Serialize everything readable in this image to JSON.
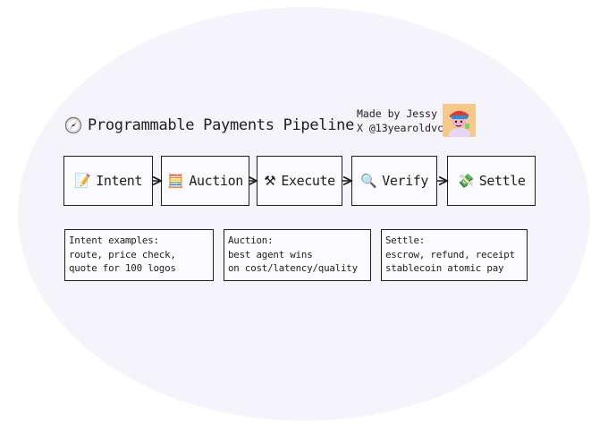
{
  "title": "Programmable Payments Pipeline",
  "title_icon": "compass-icon",
  "credit": {
    "line1": "Made by Jessy",
    "line2": "X @13yearoldvc"
  },
  "avatar": "avatar-illustration",
  "stages": [
    {
      "label": "Intent",
      "emoji": "📝",
      "icon": "memo-icon"
    },
    {
      "label": "Auction",
      "emoji": "🧮",
      "icon": "abacus-icon"
    },
    {
      "label": "Execute",
      "emoji": "⚒",
      "icon": "hammer-pick-icon"
    },
    {
      "label": "Verify",
      "emoji": "🔍",
      "icon": "magnifier-icon"
    },
    {
      "label": "Settle",
      "emoji": "💸",
      "icon": "money-wings-icon"
    }
  ],
  "notes": [
    {
      "lines": [
        "Intent examples:",
        "route, price check,",
        "quote for 100 logos"
      ]
    },
    {
      "lines": [
        "Auction:",
        "best agent wins",
        "on cost/latency/quality"
      ]
    },
    {
      "lines": [
        "Settle:",
        "escrow, refund, receipt",
        "stablecoin atomic pay"
      ]
    }
  ],
  "colors": {
    "background": "#f4f4fa",
    "stroke": "#1e1e1e",
    "box_fill": "#fbfbfd"
  }
}
